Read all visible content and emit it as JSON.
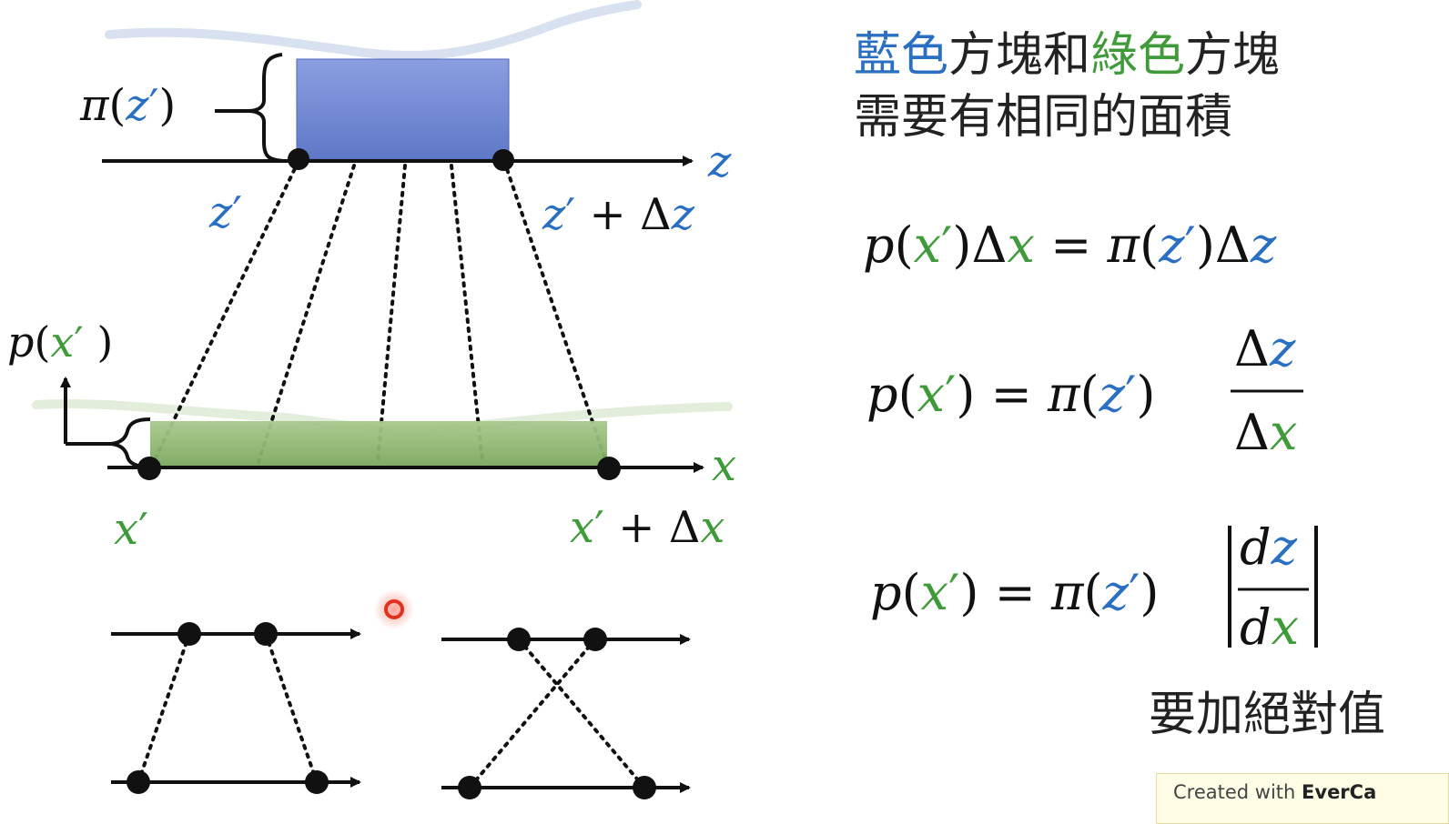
{
  "top_axis": {
    "density_label": "π(z′)",
    "axis_label": "z",
    "left_point_label": "z′",
    "right_point_label": "z′ + Δz"
  },
  "bottom_axis": {
    "density_label": "p(x′ )",
    "axis_label": "x",
    "left_point_label": "x′",
    "right_point_label": "x′ + Δx"
  },
  "explanation": {
    "line1": [
      "藍色",
      "方塊和",
      "綠色",
      "方塊"
    ],
    "line2": "需要有相同的面積",
    "note": "要加絕對值"
  },
  "equations": {
    "eq1": "p(x′)Δx = π(z′)Δz",
    "eq2": "p(x′) = π(z′) Δz/Δx",
    "eq3": "p(x′) = π(z′)|dz/dx|"
  },
  "colors": {
    "blue": "#2a6fc1",
    "green": "#3f9a3a",
    "blue_box": "#6f86cf",
    "green_box": "#8fb56f"
  },
  "watermark": {
    "prefix": "Created with",
    "brand": "EverCa"
  }
}
